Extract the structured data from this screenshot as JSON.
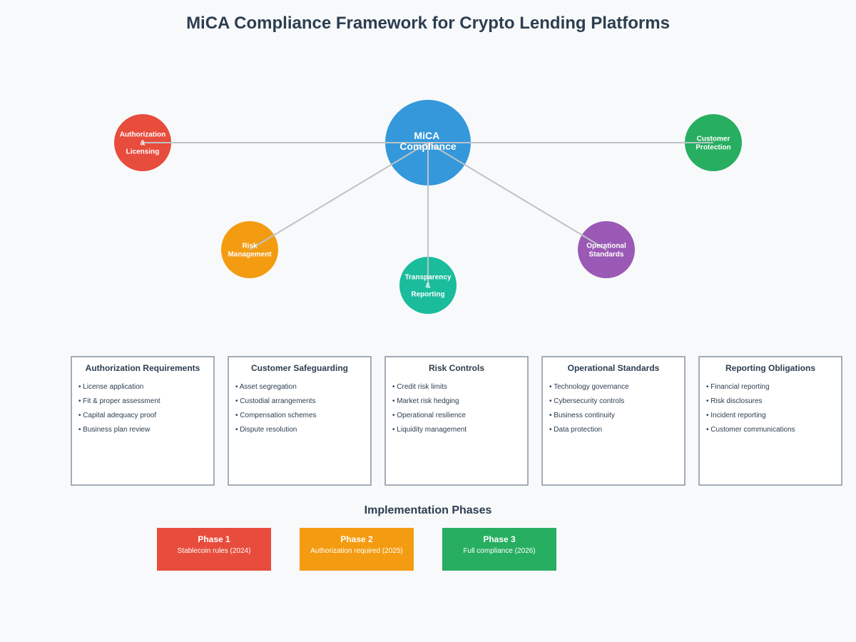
{
  "title": "MiCA Compliance Framework for Crypto Lending Platforms",
  "center": {
    "lines": [
      "MiCA",
      "Compliance"
    ],
    "color": "#3498db"
  },
  "connector_color": "#bdc3c7",
  "pillars": [
    {
      "id": "authorization-licensing",
      "lines": [
        "Authorization",
        "&",
        "Licensing"
      ],
      "color": "#e74c3c"
    },
    {
      "id": "customer-protection",
      "lines": [
        "Customer",
        "Protection"
      ],
      "color": "#27ae60"
    },
    {
      "id": "risk-management",
      "lines": [
        "Risk",
        "Management"
      ],
      "color": "#f39c12"
    },
    {
      "id": "transparency-reporting",
      "lines": [
        "Transparency",
        "&",
        "Reporting"
      ],
      "color": "#1abc9c"
    },
    {
      "id": "operational-standards",
      "lines": [
        "Operational",
        "Standards"
      ],
      "color": "#9b59b6"
    }
  ],
  "cards": [
    {
      "title": "Authorization Requirements",
      "items": [
        "• License application",
        "• Fit & proper assessment",
        "• Capital adequacy proof",
        "• Business plan review"
      ]
    },
    {
      "title": "Customer Safeguarding",
      "items": [
        "• Asset segregation",
        "• Custodial arrangements",
        "• Compensation schemes",
        "• Dispute resolution"
      ]
    },
    {
      "title": "Risk Controls",
      "items": [
        "• Credit risk limits",
        "• Market risk hedging",
        "• Operational resilience",
        "• Liquidity management"
      ]
    },
    {
      "title": "Operational Standards",
      "items": [
        "• Technology governance",
        "• Cybersecurity controls",
        "• Business continuity",
        "• Data protection"
      ]
    },
    {
      "title": "Reporting Obligations",
      "items": [
        "• Financial reporting",
        "• Risk disclosures",
        "• Incident reporting",
        "• Customer communications"
      ]
    }
  ],
  "phases_section": {
    "title": "Implementation Phases",
    "phases": [
      {
        "title": "Phase 1",
        "desc": "Stablecoin rules (2024)",
        "color": "#e74c3c"
      },
      {
        "title": "Phase 2",
        "desc": "Authorization required (2025)",
        "color": "#f39c12"
      },
      {
        "title": "Phase 3",
        "desc": "Full compliance (2026)",
        "color": "#27ae60"
      }
    ]
  }
}
